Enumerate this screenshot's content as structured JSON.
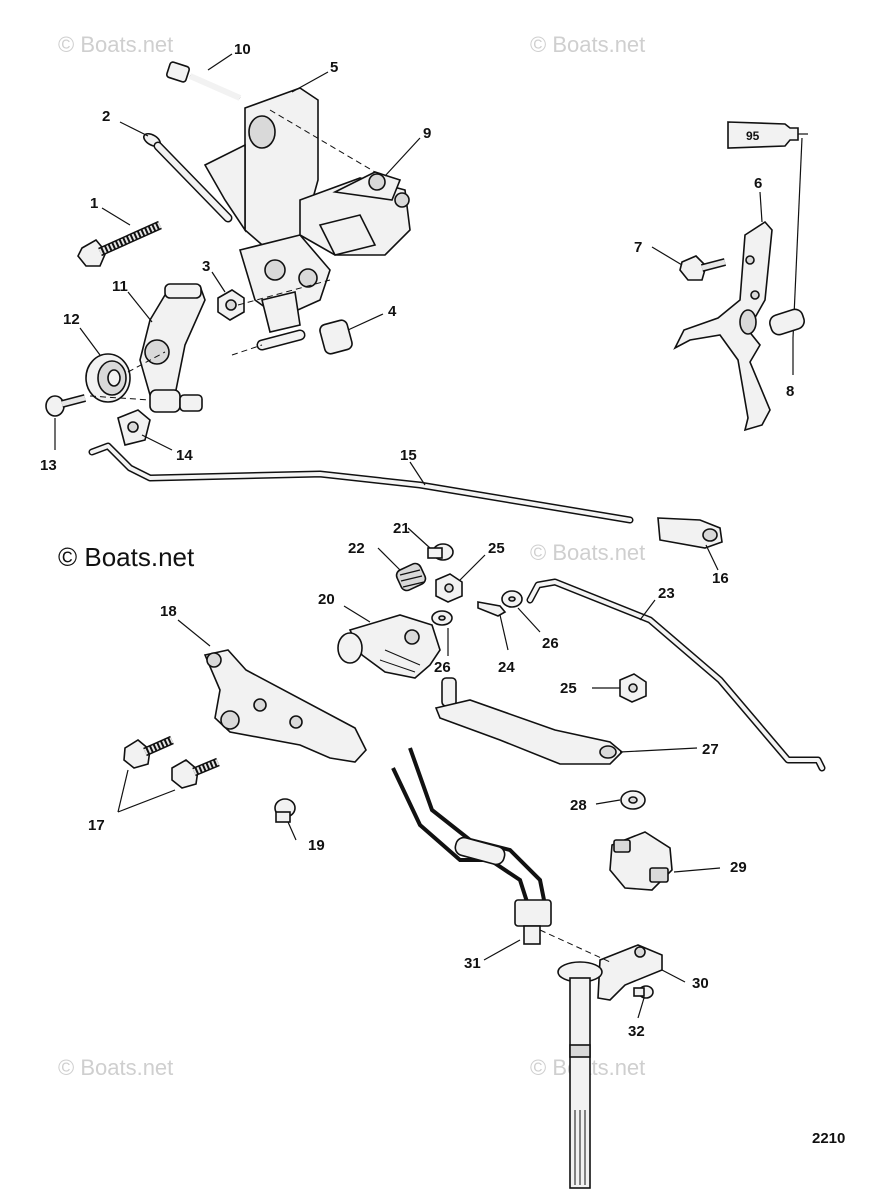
{
  "watermarks": {
    "faint": "© Boats.net",
    "bold": "© Boats.net"
  },
  "figure_number": "2210",
  "sealant_tube_label": "95",
  "callouts": [
    "1",
    "2",
    "3",
    "4",
    "5",
    "6",
    "7",
    "8",
    "9",
    "10",
    "11",
    "12",
    "13",
    "14",
    "15",
    "16",
    "17",
    "18",
    "19",
    "20",
    "21",
    "22",
    "23",
    "24",
    "25",
    "26",
    "27",
    "28",
    "29",
    "30",
    "31",
    "32"
  ],
  "callout_25b": "25",
  "callout_26b": "26",
  "colors": {
    "ink": "#111111",
    "watermark": "#cfcfcf"
  }
}
